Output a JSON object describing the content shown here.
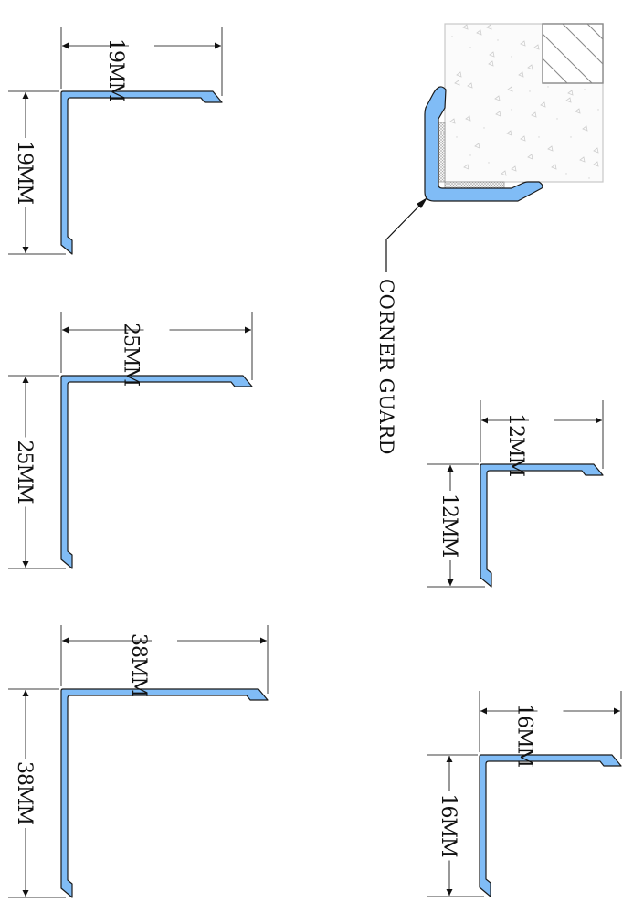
{
  "colors": {
    "profile_fill": "#80bcf6",
    "profile_stroke": "#1a1a1a",
    "dimension": "#444444"
  },
  "profiles": [
    {
      "id": "19mm",
      "horizontal_label": "19MM",
      "vertical_label": "19MM",
      "corner": [
        67,
        100
      ],
      "leg_h": 176,
      "leg_v": 178
    },
    {
      "id": "25mm",
      "horizontal_label": "25MM",
      "vertical_label": "25MM",
      "corner": [
        67,
        411
      ],
      "leg_h": 209,
      "leg_v": 211
    },
    {
      "id": "38mm",
      "horizontal_label": "38MM",
      "vertical_label": "38MM",
      "corner": [
        67,
        754
      ],
      "leg_h": 226,
      "leg_v": 228
    },
    {
      "id": "12mm",
      "horizontal_label": "12MM",
      "vertical_label": "12MM",
      "corner": [
        526,
        508
      ],
      "leg_h": 134,
      "leg_v": 134
    },
    {
      "id": "16mm",
      "horizontal_label": "16MM",
      "vertical_label": "16MM",
      "corner": [
        525,
        826
      ],
      "leg_h": 155,
      "leg_v": 155
    }
  ],
  "corner_guard": {
    "label": "CORNER GUARD"
  }
}
